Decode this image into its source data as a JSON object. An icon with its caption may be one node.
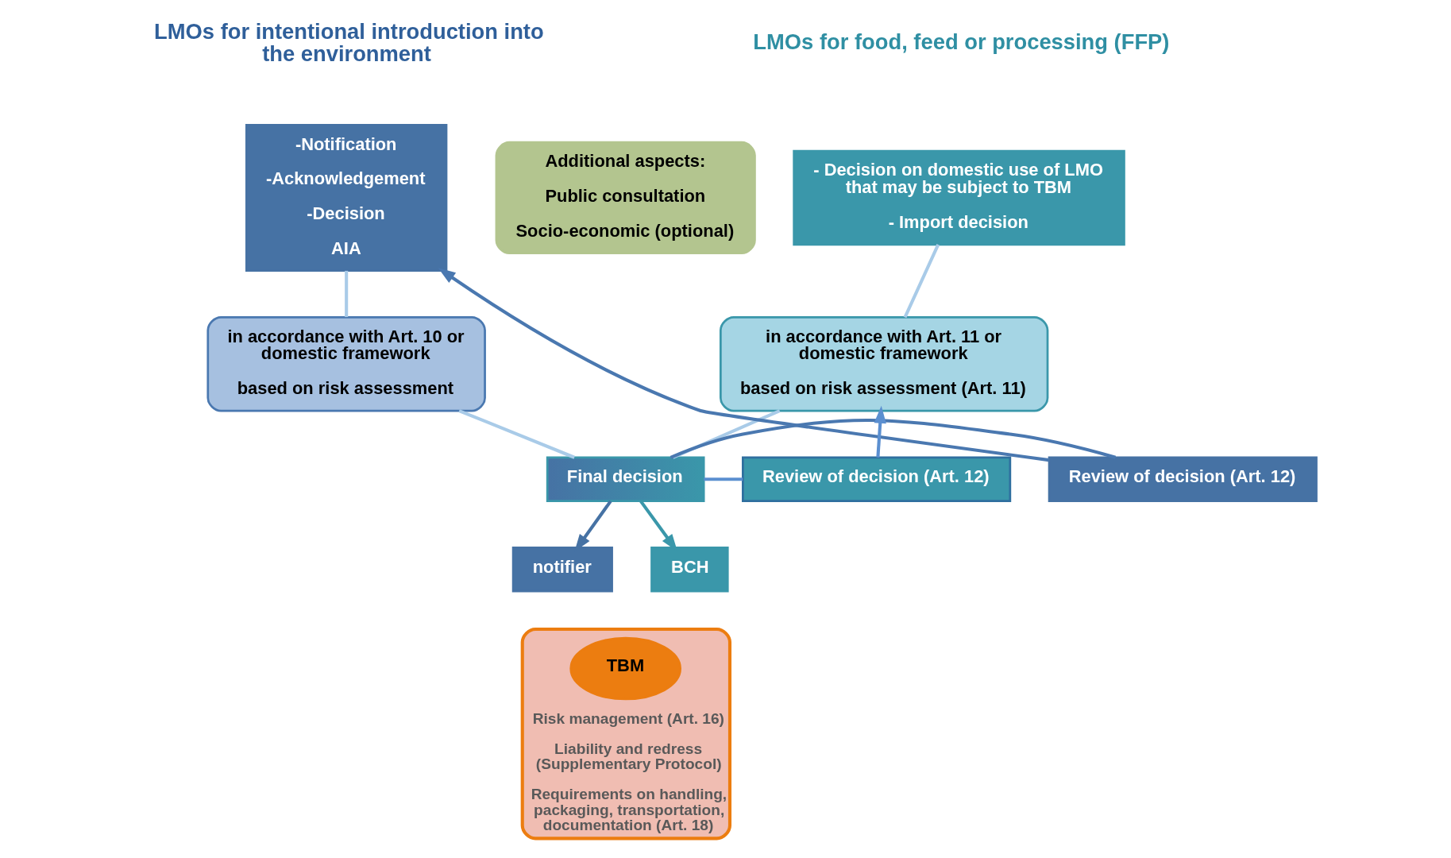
{
  "diagram": {
    "nodes": [
      {
        "text": [
          "-Notification",
          "-Acknowledgement",
          "-Decision",
          "AIA"
        ]
      },
      {
        "text": [
          "in accordance with Art. 10 or domestic framework",
          "based on risk assessment"
        ]
      },
      {
        "text": [
          "Additional aspects:",
          "Public consultation",
          "Socio-economic (optional)"
        ]
      },
      {
        "text": [
          "- Decision on domestic use of LMO that may be subject to TBM",
          "- Import decision"
        ]
      },
      {
        "text": [
          "in accordance with Art. 11 or domestic framework",
          "based on risk assessment (Art. 11)"
        ]
      },
      {
        "text": [
          "Final decision"
        ]
      },
      {
        "text": [
          "Review of decision (Art. 12)"
        ]
      },
      {
        "text": [
          "Review of decision (Art. 12)"
        ]
      },
      {
        "text": [
          "notifier"
        ]
      },
      {
        "text": [
          "BCH"
        ]
      },
      {
        "text": [
          "Risk management (Art. 16)",
          "Liability and redress (Supplementary Protocol)",
          "Requirements on handling, packaging, transportation, documentation (Art. 18)"
        ]
      },
      {
        "text": [
          "TBM"
        ],
        "in": 10
      }
    ],
    "edges": [
      {
        "from": 0,
        "to": 1,
        "arrow": "none"
      },
      {
        "from": 1,
        "to": 5,
        "arrow": "none"
      },
      {
        "from": 3,
        "to": 4,
        "arrow": "none"
      },
      {
        "from": 4,
        "to": 5,
        "arrow": "none"
      },
      {
        "from": 5,
        "to": 6,
        "arrow": "none",
        "color": "#4a78b0"
      },
      {
        "from": 6,
        "to": 0,
        "arrow": "to",
        "color": "#4a78b0"
      },
      {
        "from": 5,
        "to": 7,
        "arrow": "none",
        "color": "#5b8fd0"
      },
      {
        "from": 7,
        "to": 4,
        "arrow": "to",
        "color": "#5b8fd0"
      },
      {
        "from": 5,
        "to": 8,
        "arrow": "to",
        "color": "#4672a4"
      },
      {
        "from": 5,
        "to": 9,
        "arrow": "to",
        "color": "#3a97aa"
      }
    ],
    "labels": [
      "LMOs for intentional introduction into the environment",
      "LMOs for food, feed or processing (FFP)"
    ]
  }
}
